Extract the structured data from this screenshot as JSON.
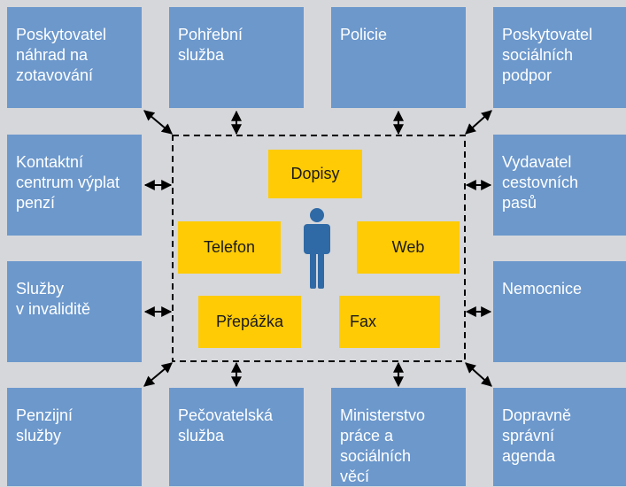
{
  "providers": {
    "top": [
      {
        "label": "Poskytovatel\nnáhrad na\nzotavování"
      },
      {
        "label": "Pohřební\nslužba"
      },
      {
        "label": "Policie"
      },
      {
        "label": "Poskytovatel\nsociálních\npodpor"
      }
    ],
    "left": [
      {
        "label": "Kontaktní\ncentrum výplat\npenzí"
      },
      {
        "label": "Služby\nv invaliditě"
      }
    ],
    "right": [
      {
        "label": "Vydavatel\ncestovních\npasů"
      },
      {
        "label": "Nemocnice"
      }
    ],
    "bottom": [
      {
        "label": "Penzijní\nslužby"
      },
      {
        "label": "Pečovatelská\nslužba"
      },
      {
        "label": "Ministerstvo\npráce a\nsociálních\nvěcí"
      },
      {
        "label": "Dopravně\nsprávní\nagenda"
      }
    ]
  },
  "channels": {
    "letters": "Dopisy",
    "phone": "Telefon",
    "web": "Web",
    "counter": "Přepážka",
    "fax": "Fax"
  },
  "colors": {
    "background": "#d6d7db",
    "provider_box": "#6c98cc",
    "channel_box": "#ffcb05",
    "person": "#2f6aa6"
  },
  "icons": {
    "center": "person-icon"
  }
}
